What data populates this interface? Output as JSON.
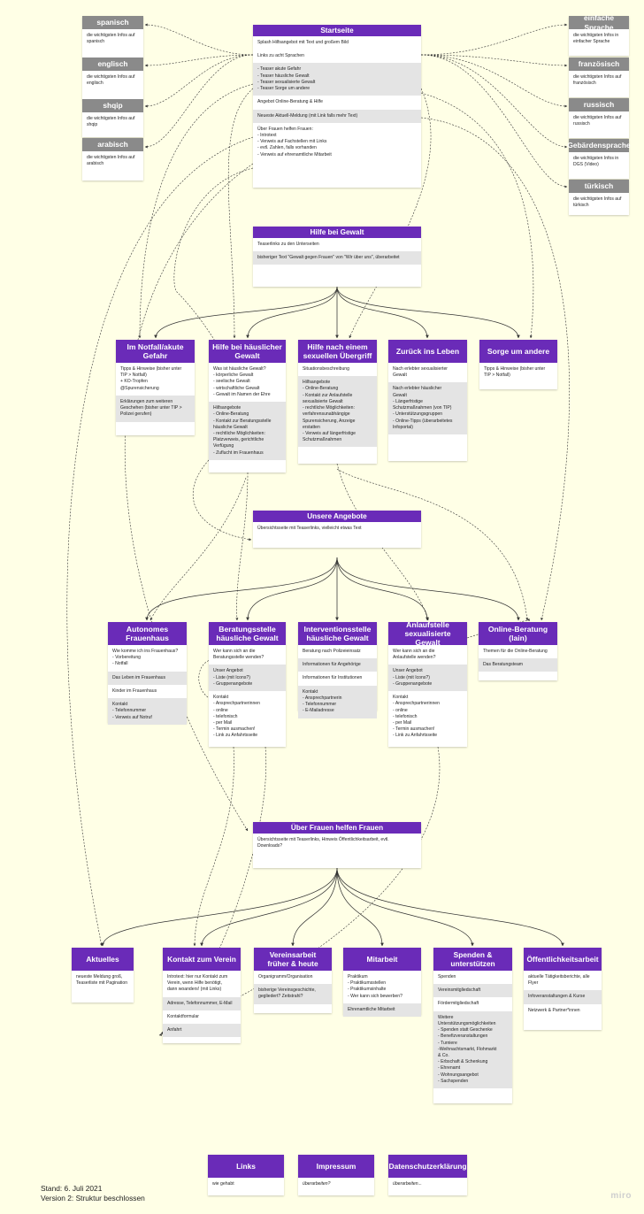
{
  "colors": {
    "background": "#ffffe6",
    "header_purple": "#6a2bb8",
    "header_gray": "#8a8a8a",
    "shaded_row": "#e4e4e4",
    "arrow": "#333333"
  },
  "cards": [
    {
      "id": "startseite",
      "title": "Startseite",
      "rows": [
        {
          "text": "Splash Hilfsangebot mit Text und großem Bild",
          "shade": false
        },
        {
          "text": "Links zu acht Sprachen",
          "shade": false
        },
        {
          "text": "- Teaser akute Gefahr\n- Teaser häusliche Gewalt\n- Teaser sexualisierte Gewalt\n- Teaser Sorge um andere",
          "shade": true
        },
        {
          "text": "Angebot Online-Beratung & Hilfe",
          "shade": false
        },
        {
          "text": "Neueste Aktuell-Meldung (mit Link falls mehr Text)",
          "shade": true
        },
        {
          "text": "Über Frauen helfen Frauen:\n- Introtext\n- Verweis auf Fachstellen mit Links\n- evtl. Zahlen, falls vorhanden\n- Verweis auf ehrenamtliche Mitarbeit",
          "shade": false
        }
      ]
    },
    {
      "id": "spanisch",
      "title": "spanisch",
      "gray": true,
      "rows": [
        {
          "text": "die wichtigsten Infos auf\nspanisch",
          "shade": false
        }
      ]
    },
    {
      "id": "englisch",
      "title": "englisch",
      "gray": true,
      "rows": [
        {
          "text": "die wichtigsten Infos auf\nenglisch",
          "shade": false
        }
      ]
    },
    {
      "id": "shqip",
      "title": "shqip",
      "gray": true,
      "rows": [
        {
          "text": "die wichtigsten Infos auf\nshqip",
          "shade": false
        }
      ]
    },
    {
      "id": "arabisch",
      "title": "arabisch",
      "gray": true,
      "rows": [
        {
          "text": "die wichtigsten Infos auf\narabisch",
          "shade": false
        }
      ]
    },
    {
      "id": "einfache",
      "title": "einfache Sprache",
      "gray": true,
      "rows": [
        {
          "text": "die wichtigsten Infos in\neinfacher Sprache",
          "shade": false
        }
      ]
    },
    {
      "id": "franzoesisch",
      "title": "französisch",
      "gray": true,
      "rows": [
        {
          "text": "die wichtigsten Infos auf\nfranzösisch",
          "shade": false
        }
      ]
    },
    {
      "id": "russisch",
      "title": "russisch",
      "gray": true,
      "rows": [
        {
          "text": "die wichtigsten Infos auf\nrussisch",
          "shade": false
        }
      ]
    },
    {
      "id": "gebaerden",
      "title": "Gebärdensprache",
      "gray": true,
      "rows": [
        {
          "text": "die wichtigsten Infos in\nDGS (Video)",
          "shade": false
        }
      ]
    },
    {
      "id": "tuerkisch",
      "title": "türkisch",
      "gray": true,
      "rows": [
        {
          "text": "die wichtigsten Infos auf\ntürkisch",
          "shade": false
        }
      ]
    },
    {
      "id": "hilfe",
      "title": "Hilfe bei Gewalt",
      "rows": [
        {
          "text": "Teaserlinks zu den Unterseiten",
          "shade": false
        },
        {
          "text": "bisheriger Text \"Gewalt gegen Frauen\" von \"Wir über uns\", überarbeitet",
          "shade": true
        }
      ]
    },
    {
      "id": "notfall",
      "title": "Im Notfall/akute\nGefahr",
      "rows": [
        {
          "text": "Tipps & Hinweise (bisher unter\nTIP > Notfall)\n+ KO-Tropfen\n@Spurensicherung",
          "shade": false
        },
        {
          "text": "Erklärungen zum weiteren\nGeschehen (bisher unter TIP >\nPolizei gerufen)",
          "shade": true
        }
      ]
    },
    {
      "id": "haeuslich",
      "title": "Hilfe bei häuslicher\nGewalt",
      "rows": [
        {
          "text": "Was ist häusliche Gewalt?\n- körperliche Gewalt\n- seelische Gewalt\n- wirtschaftliche Gewalt\n- Gewalt im Namen der Ehre",
          "shade": false
        },
        {
          "text": "Hilfsangebote\n- Online-Beratung\n- Kontakt zur Beratungsstelle\nhäusliche Gewalt\n- rechtliche Möglichkeiten:\nPlatzverweis, gerichtliche\nVerfügung\n- Zuflucht im Frauenhaus",
          "shade": true
        }
      ]
    },
    {
      "id": "sexuell",
      "title": "Hilfe nach einem\nsexuellen Übergriff",
      "rows": [
        {
          "text": "Situationsbeschreibung",
          "shade": false
        },
        {
          "text": "Hilfsangebote\n- Online-Beratung\n- Kontakt zur Anlaufstelle\nsexualisierte Gewalt\n- rechtliche Möglichkeiten:\nverfahrensunabhängige\nSpurensicherung, Anzeige\nerstatten\n- Verweis auf längerfristige\nSchutzmaßnahmen",
          "shade": true
        }
      ]
    },
    {
      "id": "zurueck",
      "title": "Zurück ins Leben",
      "rows": [
        {
          "text": "Nach erlebter sexualisierter\nGewalt",
          "shade": false
        },
        {
          "text": "Nach erlebter häuslicher\nGewalt\n- Längerfristige\nSchutzmaßnahmen (von TIP)\n- Unterstützungsgruppen\n- Online-Tipps (überarbeitetes\nInfoportal)",
          "shade": true
        }
      ]
    },
    {
      "id": "sorge",
      "title": "Sorge um andere",
      "rows": [
        {
          "text": "Tipps & Hinweise (bisher unter\nTIP > Notfall)",
          "shade": false
        }
      ]
    },
    {
      "id": "angebote",
      "title": "Unsere Angebote",
      "rows": [
        {
          "text": "Übersichtsseite mit Teaserlinks, vielleicht etwas Text",
          "shade": false
        }
      ]
    },
    {
      "id": "frauenhaus",
      "title": "Autonomes\nFrauenhaus",
      "rows": [
        {
          "text": "Wie komme ich ins Frauenhaus?\n- Vorbereitung\n- Notfall",
          "shade": false
        },
        {
          "text": "Das Leben im Frauenhaus",
          "shade": true
        },
        {
          "text": "Kinder im Frauenhaus",
          "shade": false
        },
        {
          "text": "Kontakt\n- Telefonnummer\n- Verweis auf Notruf",
          "shade": true
        }
      ]
    },
    {
      "id": "beratungsstelle",
      "title": "Beratungsstelle\nhäusliche Gewalt",
      "rows": [
        {
          "text": "Wer kann sich an die\nBeratungsstelle wenden?",
          "shade": false
        },
        {
          "text": "Unser Angebot\n- Liste (mit Icons?)\n- Gruppenangebote",
          "shade": true
        },
        {
          "text": "Kontakt\n- Ansprechpartnerinnen\n- online\n- telefonisch\n- per Mail\n- Termin ausmachen!\n- Link zu Anfahrtsseite",
          "shade": false
        }
      ]
    },
    {
      "id": "intervention",
      "title": "Interventionsstelle\nhäusliche Gewalt",
      "rows": [
        {
          "text": "Beratung nach Polizeieinsatz",
          "shade": false
        },
        {
          "text": "Informationen für Angehörige",
          "shade": true
        },
        {
          "text": "Informationen für Institutionen",
          "shade": false
        },
        {
          "text": "Kontakt\n- Ansprechpartnerin\n- Telefonnummer\n- E-Mailadresse",
          "shade": true
        }
      ]
    },
    {
      "id": "anlaufstelle",
      "title": "Anlaufstelle\nsexualisierte Gewalt",
      "rows": [
        {
          "text": "Wer kann sich an die\nAnlaufstelle wenden?",
          "shade": false
        },
        {
          "text": "Unser Angebot\n- Liste (mit Icons?)\n- Gruppenangebote",
          "shade": true
        },
        {
          "text": "Kontakt\n- Ansprechpartnerinnen\n- online\n- telefonisch\n- per Mail\n- Termin ausmachen!\n- Link zu Anfahrtsseite",
          "shade": false
        }
      ]
    },
    {
      "id": "online",
      "title": "Online-Beratung\n(lain)",
      "rows": [
        {
          "text": "Themen für die Online-Beratung",
          "shade": false
        },
        {
          "text": "Das Beratungsteam",
          "shade": true
        }
      ]
    },
    {
      "id": "ueber",
      "title": "Über Frauen helfen Frauen",
      "rows": [
        {
          "text": "Übersichtsseite mit Teaserlinks, Hinweis Öffentlichkeitsarbeit, evtl.\nDownloads?",
          "shade": false
        }
      ]
    },
    {
      "id": "aktuelles",
      "title": "Aktuelles",
      "rows": [
        {
          "text": "neueste Meldung groß,\nTeaserliste mit Pagination",
          "shade": false
        }
      ]
    },
    {
      "id": "kontakt",
      "title": "Kontakt zum Verein",
      "rows": [
        {
          "text": "Introtext: hier nur Kontakt zum\nVerein, wenn Hilfe benötigt,\ndann woanders! (mit Links)",
          "shade": false
        },
        {
          "text": "Adresse, Telefonnummer, E-Mail",
          "shade": true
        },
        {
          "text": "Kontaktformular",
          "shade": false
        },
        {
          "text": "Anfahrt",
          "shade": true
        }
      ]
    },
    {
      "id": "vereinsarbeit",
      "title": "Vereinsarbeit\nfrüher & heute",
      "rows": [
        {
          "text": "Organigramm/Organisation",
          "shade": false
        },
        {
          "text": "bisherige Vereinsgeschichte,\ngegliedert? Zeitstrahl?",
          "shade": true
        }
      ]
    },
    {
      "id": "mitarbeit",
      "title": "Mitarbeit",
      "rows": [
        {
          "text": "Praktikum\n- Praktikumsstellen\n- Praktikumsinhalte\n- Wer kann sich bewerben?",
          "shade": false
        },
        {
          "text": "Ehrenamtliche Mitarbeit",
          "shade": true
        }
      ]
    },
    {
      "id": "spenden",
      "title": "Spenden &\nunterstützen",
      "rows": [
        {
          "text": "Spenden",
          "shade": false
        },
        {
          "text": "Vereinsmitgliedschaft",
          "shade": true
        },
        {
          "text": "Fördermitgliedschaft",
          "shade": false
        },
        {
          "text": "Weitere\nUnterstützungsmöglichkeiten\n- Spenden statt Geschenke\n- Benefizveranstaltungen\n- Turniere\n-Weihnachtsmarkt, Flohmarkt\n& Co.\n- Erbschaft & Schenkung\n- Ehrenamt\n- Wohnungsangebot\n- Sachspenden",
          "shade": true
        }
      ]
    },
    {
      "id": "oeffentlich",
      "title": "Öffentlichkeitsarbeit",
      "rows": [
        {
          "text": "aktuelle Tätigkeitsberichte, alle\nFlyer",
          "shade": false
        },
        {
          "text": "Infoveranstaltungen & Kurse",
          "shade": true
        },
        {
          "text": "Netzwerk & Partner*innen",
          "shade": false
        }
      ]
    },
    {
      "id": "links",
      "title": "Links",
      "rows": [
        {
          "text": "wie gehabt",
          "shade": false
        }
      ]
    },
    {
      "id": "impressum",
      "title": "Impressum",
      "rows": [
        {
          "text": "überarbeiten?",
          "shade": false,
          "italic": true
        }
      ]
    },
    {
      "id": "datenschutz",
      "title": "Datenschutzerklärung",
      "rows": [
        {
          "text": "überarbeiten...",
          "shade": false,
          "italic": true
        }
      ]
    }
  ],
  "footer": {
    "line1": "Stand: 6. Juli 2021",
    "line2": "Version 2: Struktur beschlossen"
  },
  "watermark": "miro"
}
